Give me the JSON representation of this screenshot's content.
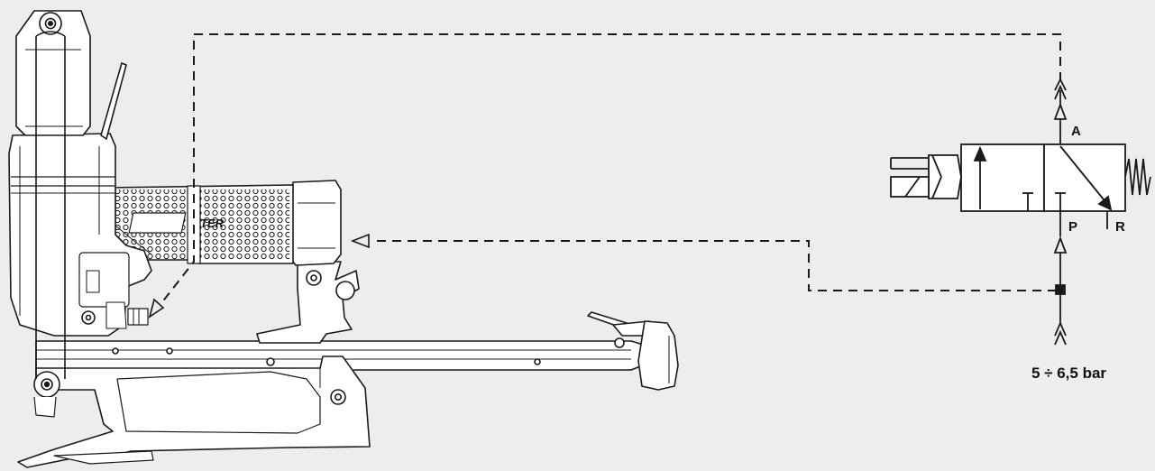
{
  "colors": {
    "background": "#ededed",
    "line": "#1a1a1a",
    "fill": "#ffffff"
  },
  "tool": {
    "brand_mark": "TER"
  },
  "valve": {
    "port_a": "A",
    "port_p": "P",
    "port_r": "R"
  },
  "supply": {
    "pressure_label": "5 ÷ 6,5 bar"
  },
  "icons": [
    "pneumatic-stapler-tool",
    "valve-3-2-symbol",
    "spring-return-icon",
    "manual-actuator-icon",
    "quick-coupler-icon",
    "silencer-icon"
  ]
}
